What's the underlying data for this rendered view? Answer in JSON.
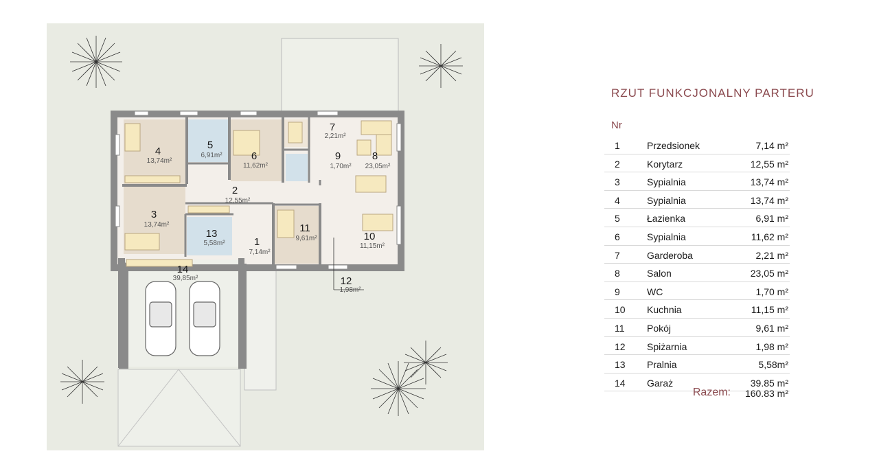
{
  "panel": {
    "title": "RZUT FUNKCJONALNY PARTERU",
    "nr_header": "Nr",
    "rooms": [
      {
        "nr": "1",
        "name": "Przedsionek",
        "area": "7,14 m²"
      },
      {
        "nr": "2",
        "name": "Korytarz",
        "area": "12,55 m²"
      },
      {
        "nr": "3",
        "name": "Sypialnia",
        "area": "13,74 m²"
      },
      {
        "nr": "4",
        "name": "Sypialnia",
        "area": "13,74 m²"
      },
      {
        "nr": "5",
        "name": "Łazienka",
        "area": "6,91 m²"
      },
      {
        "nr": "6",
        "name": "Sypialnia",
        "area": "11,62 m²"
      },
      {
        "nr": "7",
        "name": "Garderoba",
        "area": "2,21 m²"
      },
      {
        "nr": "8",
        "name": "Salon",
        "area": "23,05 m²"
      },
      {
        "nr": "9",
        "name": "WC",
        "area": "1,70 m²"
      },
      {
        "nr": "10",
        "name": "Kuchnia",
        "area": "11,15 m²"
      },
      {
        "nr": "11",
        "name": "Pokój",
        "area": "9,61 m²"
      },
      {
        "nr": "12",
        "name": "Spiżarnia",
        "area": "1,98 m²"
      },
      {
        "nr": "13",
        "name": "Pralnia",
        "area": "5,58m²"
      },
      {
        "nr": "14",
        "name": "Garaż",
        "area": "39.85 m²"
      }
    ],
    "total_label": "Razem:",
    "total_value": "160.83 m²"
  },
  "plan_labels": [
    {
      "id": "1",
      "area": "7,14m²"
    },
    {
      "id": "2",
      "area": "12,55m²"
    },
    {
      "id": "3",
      "area": "13,74m²"
    },
    {
      "id": "4",
      "area": "13,74m²"
    },
    {
      "id": "5",
      "area": "6,91m²"
    },
    {
      "id": "6",
      "area": "11,62m²"
    },
    {
      "id": "7",
      "area": "2,21m²"
    },
    {
      "id": "8",
      "area": "23,05m²"
    },
    {
      "id": "9",
      "area": "1,70m²"
    },
    {
      "id": "10",
      "area": "11,15m²"
    },
    {
      "id": "11",
      "area": "9,61m²"
    },
    {
      "id": "12",
      "area": "1,98m²"
    },
    {
      "id": "13",
      "area": "5,58m²"
    },
    {
      "id": "14",
      "area": "39,85m²"
    }
  ],
  "colors": {
    "wall": "#8a8a8a",
    "site": "#e9ebe3",
    "room_beige": "#e6dccd",
    "bath_blue": "#d2e1ea",
    "accent": "#8b4a4f"
  }
}
